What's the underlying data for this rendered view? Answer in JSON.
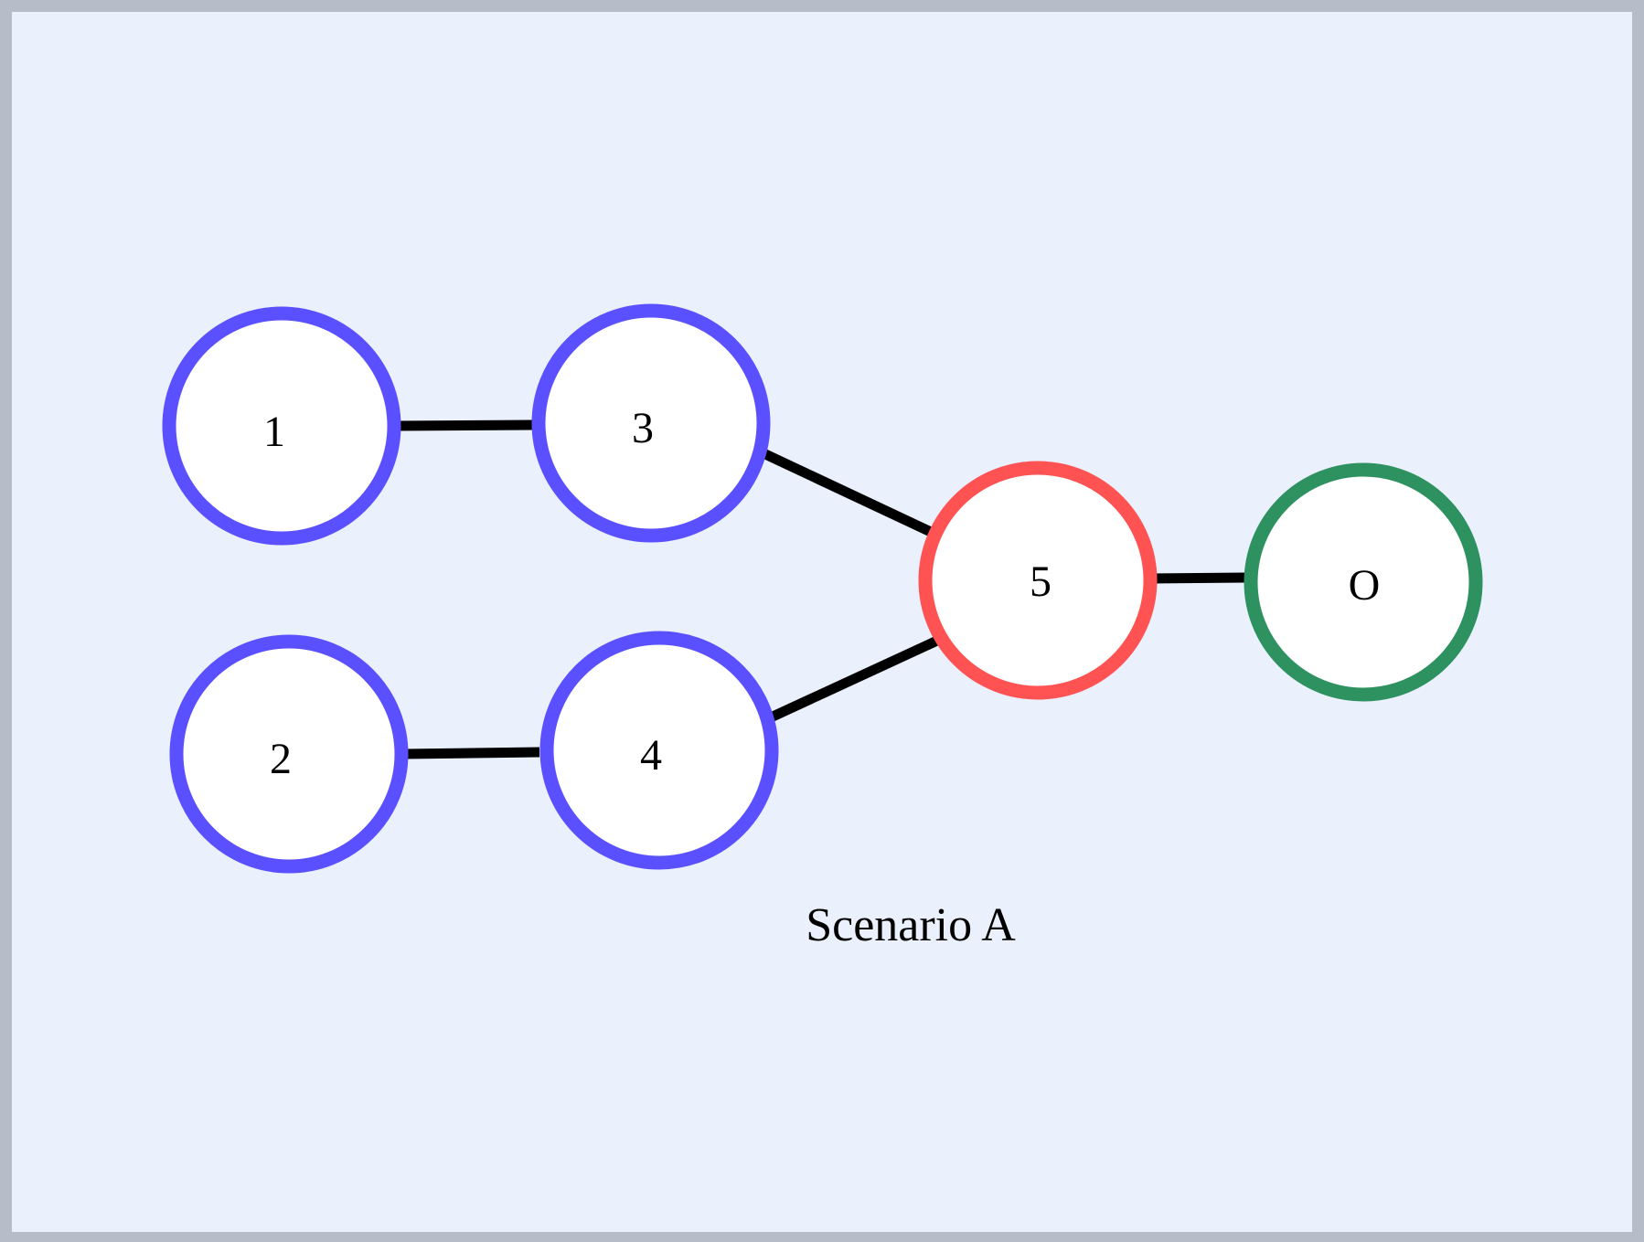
{
  "diagram": {
    "caption": "Scenario A",
    "colors": {
      "background": "#eaf0fc",
      "frame": "#b7bcc9",
      "node_fill": "#ffffff",
      "input_stroke": "#5a50ff",
      "hidden_stroke": "#ff5252",
      "output_stroke": "#2e9160",
      "edge": "#000000"
    },
    "nodes": [
      {
        "id": "n1",
        "label": "1",
        "role": "input"
      },
      {
        "id": "n2",
        "label": "2",
        "role": "input"
      },
      {
        "id": "n3",
        "label": "3",
        "role": "input"
      },
      {
        "id": "n4",
        "label": "4",
        "role": "input"
      },
      {
        "id": "n5",
        "label": "5",
        "role": "hidden"
      },
      {
        "id": "nO",
        "label": "O",
        "role": "output"
      }
    ],
    "edges": [
      {
        "from": "n1",
        "to": "n3"
      },
      {
        "from": "n2",
        "to": "n4"
      },
      {
        "from": "n3",
        "to": "n5"
      },
      {
        "from": "n4",
        "to": "n5"
      },
      {
        "from": "n5",
        "to": "nO"
      }
    ]
  }
}
